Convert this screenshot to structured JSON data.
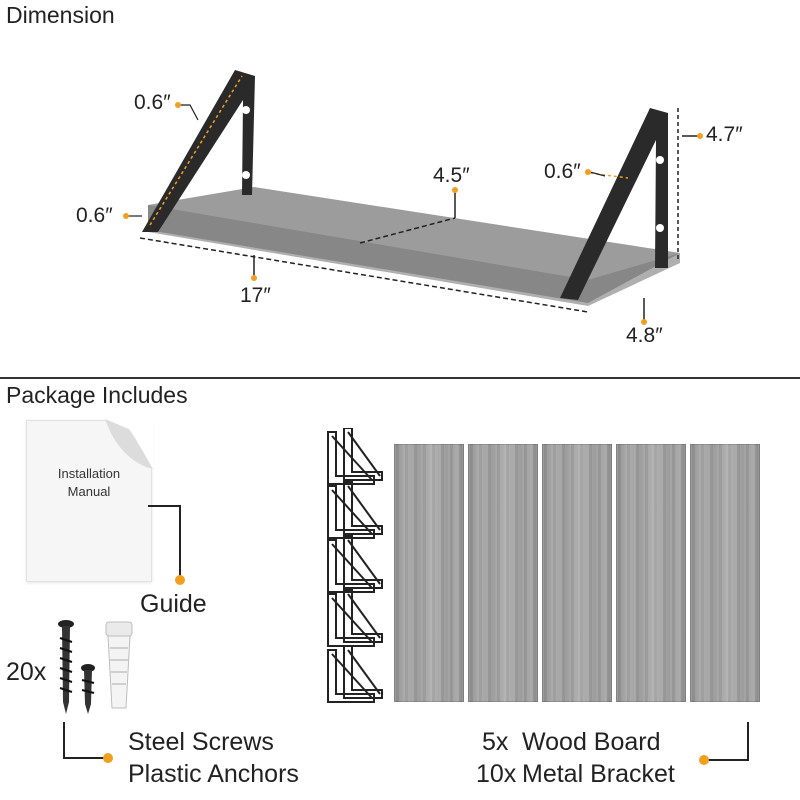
{
  "sections": {
    "dimension_title": "Dimension",
    "package_title": "Package Includes"
  },
  "dimensions": {
    "bracket_width_left": "0.6″",
    "board_thickness": "0.6″",
    "bracket_width_right": "0.6″",
    "center_depth": "4.5″",
    "bracket_height": "4.7″",
    "length": "17″",
    "board_depth": "4.8″"
  },
  "manual": {
    "line1": "Installation",
    "line2": "Manual",
    "caption": "Guide"
  },
  "hardware": {
    "count": "20x",
    "line1": "Steel Screws",
    "line2": "Plastic Anchors"
  },
  "boards": {
    "count1": "5x",
    "label1": "Wood Board",
    "count2": "10x",
    "label2": "Metal Bracket"
  },
  "colors": {
    "accent_dot": "#f0a020",
    "wood": "#a0a0a0",
    "bracket": "#2a2a2a"
  }
}
